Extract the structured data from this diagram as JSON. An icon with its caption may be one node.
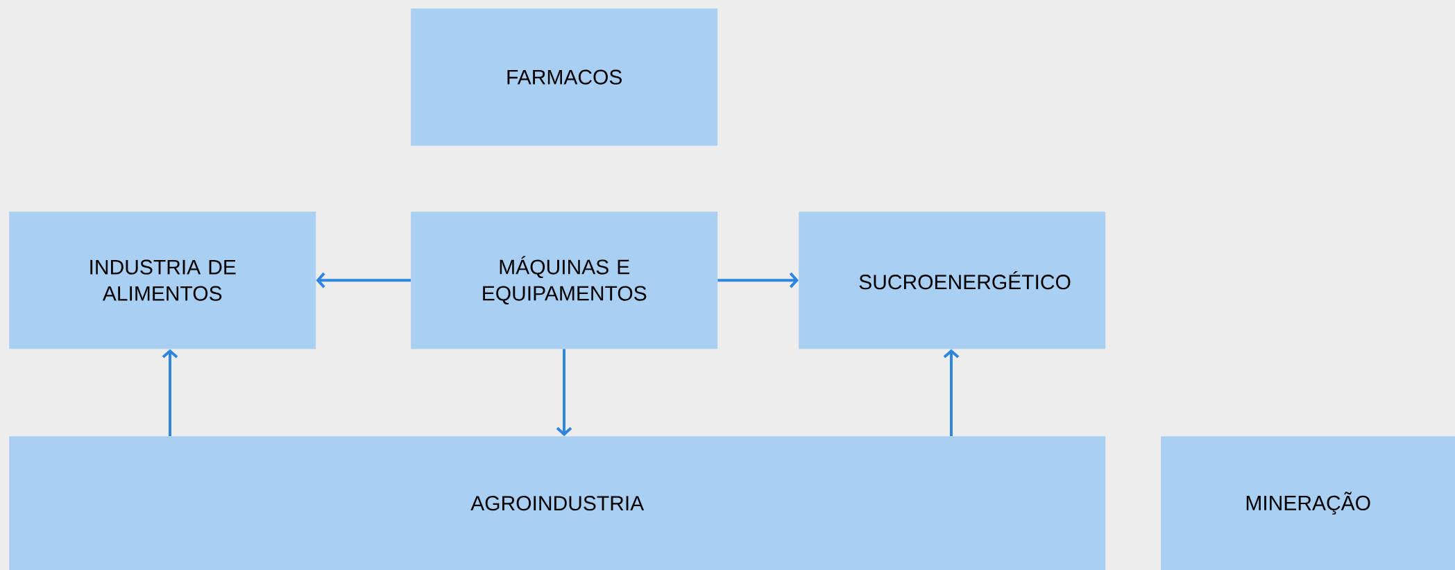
{
  "diagram": {
    "nodes": [
      {
        "text": [
          "FARMACOS"
        ]
      },
      {
        "text": [
          "INDUSTRIA DE ALIMENTOS"
        ]
      },
      {
        "text": [
          "MÁQUINAS E EQUIPAMENTOS"
        ]
      },
      {
        "text": [
          "SUCROENERGÉTICO"
        ]
      },
      {
        "text": [
          "AGROINDUSTRIA"
        ]
      },
      {
        "text": [
          "MINERAÇÃO"
        ]
      }
    ],
    "edges": [
      {
        "from": 2,
        "to": 1,
        "arrow": "to"
      },
      {
        "from": 2,
        "to": 3,
        "arrow": "to"
      },
      {
        "from": 2,
        "to": 4,
        "arrow": "to"
      },
      {
        "from": 4,
        "to": 1,
        "arrow": "to"
      },
      {
        "from": 4,
        "to": 3,
        "arrow": "to"
      }
    ]
  }
}
